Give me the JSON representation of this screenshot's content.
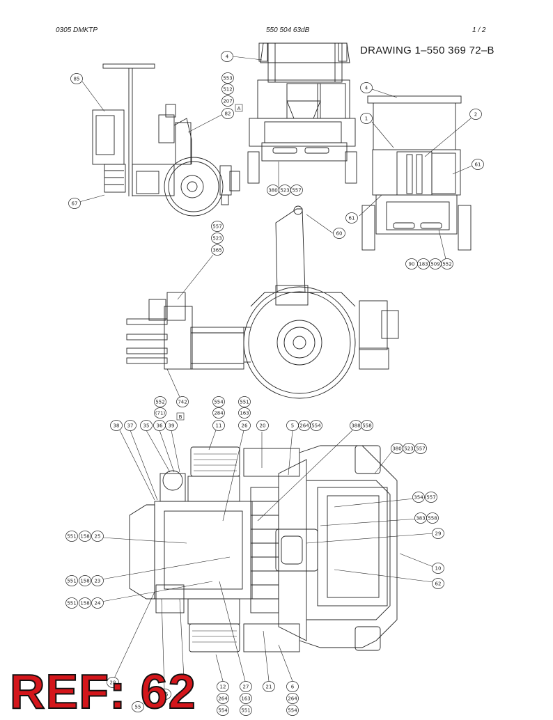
{
  "header": {
    "left": "0305 DMKTP",
    "center": "550 504 63dB",
    "right": "1 /   2"
  },
  "drawing_title": "DRAWING 1–550 369 72–B",
  "ref_label": "REF: 62",
  "section_markers": [
    "A",
    "B"
  ],
  "callouts": [
    "4",
    "553",
    "512",
    "207",
    "82",
    "85",
    "67",
    "380",
    "523",
    "557",
    "4",
    "1",
    "2",
    "61",
    "61",
    "60",
    "90",
    "183",
    "509",
    "552",
    "557",
    "523",
    "365",
    "552",
    "(71)",
    "742",
    "554",
    "284",
    "11",
    "551",
    "163",
    "26",
    "20",
    "5",
    "264",
    "554",
    "388",
    "558",
    "38",
    "37",
    "35",
    "36",
    "39",
    "380",
    "523",
    "557",
    "354",
    "557",
    "383",
    "558",
    "29",
    "10",
    "62",
    "551",
    "158",
    "25",
    "551",
    "158",
    "23",
    "551",
    "158",
    "24",
    "28",
    "45",
    "55",
    "12",
    "264",
    "554",
    "27",
    "163",
    "551",
    "21",
    "6",
    "264",
    "554"
  ]
}
